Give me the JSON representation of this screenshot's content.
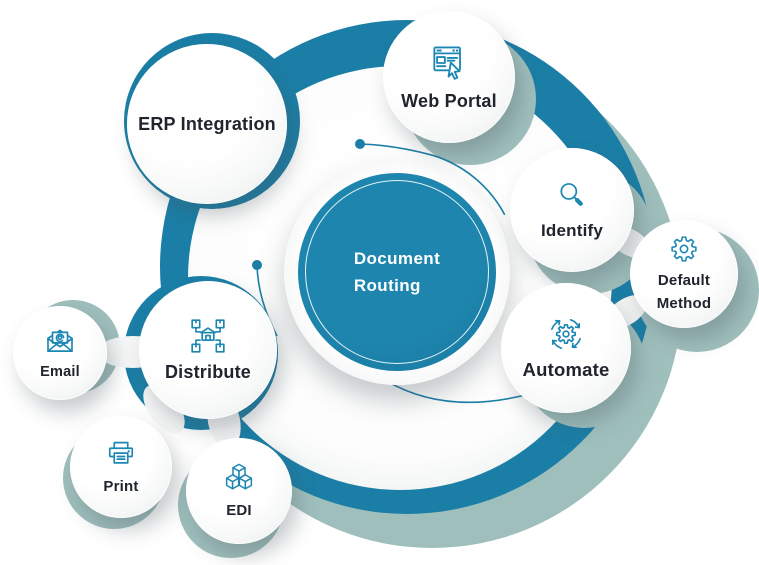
{
  "diagram": {
    "center": {
      "line1": "Document",
      "line2": "Routing"
    },
    "nodes": [
      {
        "id": "erp-integration",
        "label": "ERP Integration"
      },
      {
        "id": "web-portal",
        "label": "Web Portal",
        "icon": "browser-cursor-icon"
      },
      {
        "id": "identify",
        "label": "Identify",
        "icon": "magnifier-icon"
      },
      {
        "id": "default-method",
        "label": "Default Method",
        "line1": "Default",
        "line2": "Method",
        "icon": "gear-icon"
      },
      {
        "id": "automate",
        "label": "Automate",
        "icon": "automation-gear-icon"
      },
      {
        "id": "distribute",
        "label": "Distribute",
        "icon": "distribution-hub-icon"
      },
      {
        "id": "email",
        "label": "Email",
        "icon": "email-envelope-icon"
      },
      {
        "id": "print",
        "label": "Print",
        "icon": "printer-icon"
      },
      {
        "id": "edi",
        "label": "EDI",
        "icon": "isometric-cubes-icon"
      }
    ],
    "colors": {
      "primary_blue": "#1b7ea6",
      "icon_blue": "#1d87b4",
      "sage": "#9fbfbd",
      "text_dark": "#20242c",
      "circle_white": "#ffffff"
    }
  }
}
